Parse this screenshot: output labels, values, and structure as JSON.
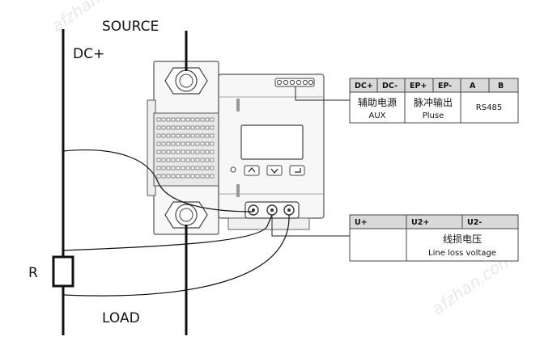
{
  "labels": {
    "source": "SOURCE",
    "dc_plus": "DC+",
    "resistor": "R",
    "load": "LOAD"
  },
  "aux_table": {
    "headers": [
      "DC+",
      "DC-",
      "EP+",
      "EP-",
      "A",
      "B"
    ],
    "groups": [
      {
        "cn": "辅助电源",
        "en": "AUX"
      },
      {
        "cn": "脉冲输出",
        "en": "Pluse"
      },
      {
        "cn": "",
        "en": "RS485"
      }
    ]
  },
  "voltage_table": {
    "headers": [
      "U+",
      "U2+",
      "U2-"
    ],
    "group": {
      "cn": "线损电压",
      "en": "Line loss voltage"
    }
  },
  "watermark": "afzhan.com",
  "colors": {
    "line": "#111111",
    "header_fill": "#d9d9d9",
    "device_fill": "#f7f7f7",
    "device_stroke": "#555555"
  }
}
